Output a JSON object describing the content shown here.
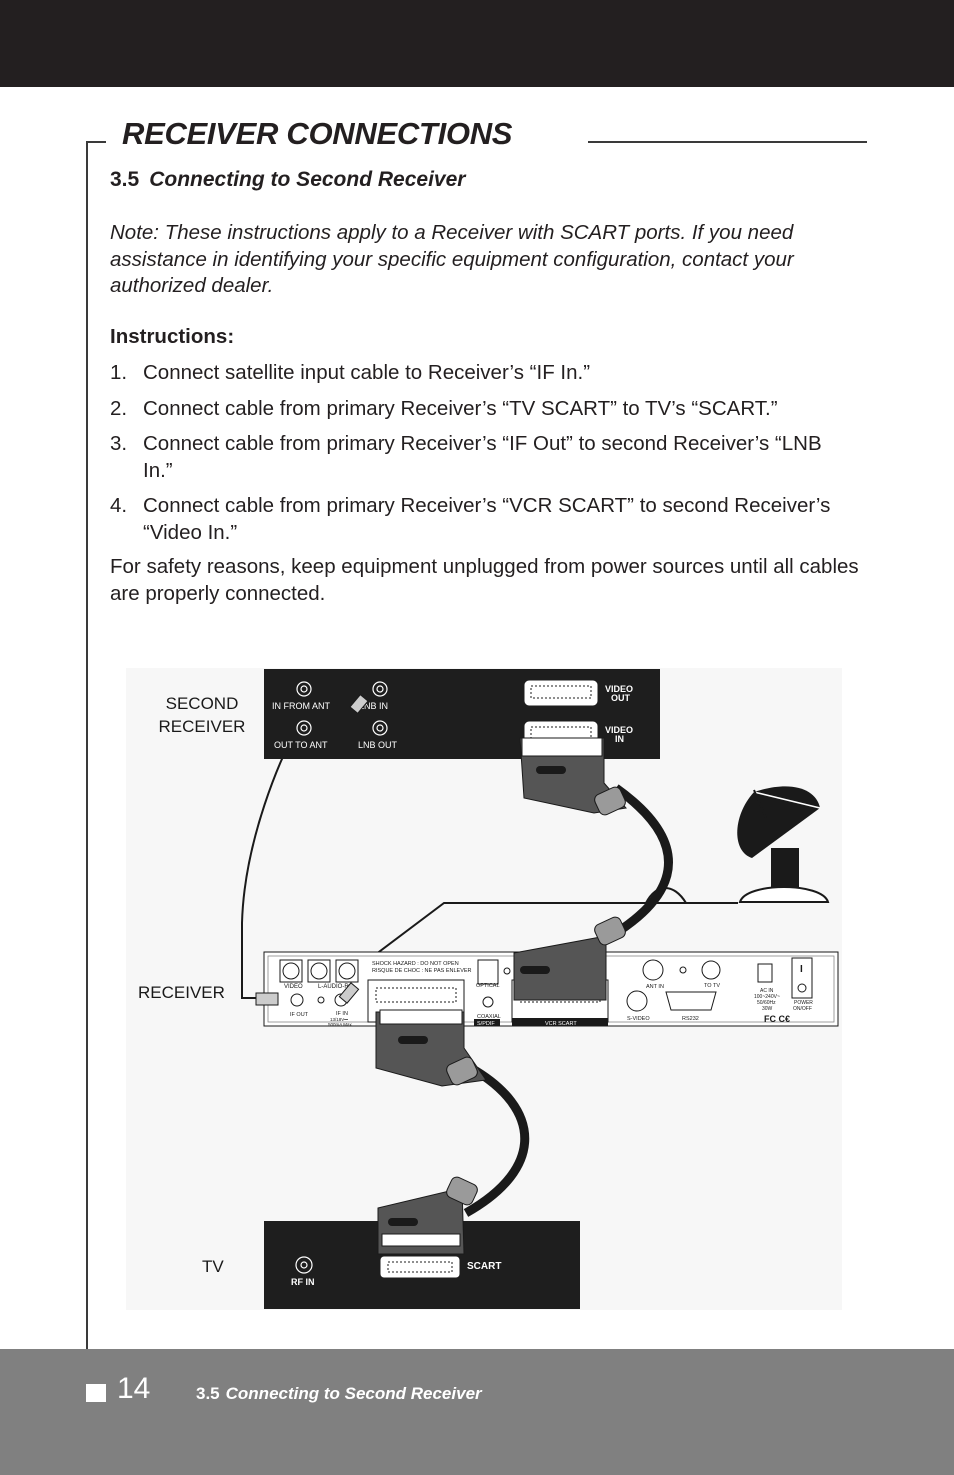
{
  "header": {
    "section_title": "RECEIVER CONNECTIONS",
    "sub_number": "3.5",
    "sub_title": "Connecting to Second Receiver"
  },
  "note": "Note: These instructions apply to a Receiver with SCART ports. If you need assistance in identifying your specific equipment configuration, contact your authorized dealer.",
  "instructions": {
    "heading": "Instructions:",
    "steps": [
      {
        "num": "1.",
        "text": "Connect satellite input cable to Receiver’s “IF In.”"
      },
      {
        "num": "2.",
        "text": "Connect cable from primary Receiver’s “TV SCART” to TV’s “SCART.”"
      },
      {
        "num": "3.",
        "text": "Connect cable from primary Receiver’s “IF Out” to second Receiver’s “LNB In.”"
      },
      {
        "num": "4.",
        "text": "Connect cable from primary Receiver’s “VCR SCART” to second Receiver’s “Video In.”"
      }
    ],
    "safety": "For safety reasons, keep equipment unplugged from power sources until all cables are properly connected."
  },
  "diagram": {
    "second_receiver_line1": "SECOND",
    "second_receiver_line2": "RECEIVER",
    "in_from_ant": "IN FROM ANT",
    "lnb_in": "LNB IN",
    "out_to_ant": "OUT TO ANT",
    "lnb_out": "LNB OUT",
    "video_out_1": "VIDEO",
    "video_out_2": "OUT",
    "video_in_1": "VIDEO",
    "video_in_2": "IN",
    "receiver_label": "RECEIVER",
    "shock_1": "SHOCK HAZARD : DO NOT OPEN",
    "shock_2": "RISQUE DE CHOC : NE PAS ENLEVER",
    "video": "VIDEO",
    "l_audio_r": "L-AUDIO-R",
    "if_out": "IF OUT",
    "if_in": "IF IN",
    "if_in_spec_1": "13/18V⎓",
    "if_in_spec_2": "500mA Max",
    "optical": "OPTICAL",
    "coaxial": "COAXIAL",
    "spdif": "S/PDIF",
    "vcr_scart": "VCR SCART",
    "ant_in": "ANT IN",
    "to_tv": "TO TV",
    "s_video": "S-VIDEO",
    "rs232": "RS232",
    "ac_in_1": "AC IN",
    "ac_in_2": "100~240V~",
    "ac_in_3": "50/60Hz",
    "ac_in_4": "30W",
    "power_1": "POWER",
    "power_2": "ON/OFF",
    "switch_on": "I",
    "cert": "FC C€",
    "tv_label": "TV",
    "rf_in": "RF IN",
    "scart": "SCART"
  },
  "footer": {
    "page_number": "14",
    "number": "3.5",
    "title": "Connecting to Second Receiver"
  }
}
